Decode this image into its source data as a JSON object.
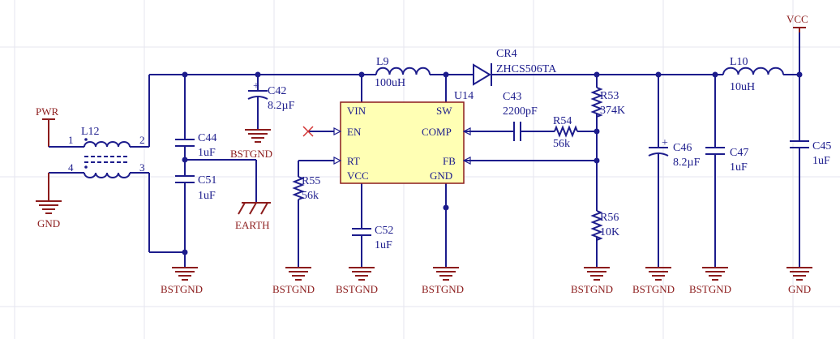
{
  "ic": {
    "ref": "U14",
    "pins": {
      "vin": "VIN",
      "en": "EN",
      "rt": "RT",
      "vcc": "VCC",
      "sw": "SW",
      "comp": "COMP",
      "fb": "FB",
      "gnd": "GND"
    },
    "fill_color": "#ffffb4"
  },
  "components": {
    "l12": {
      "ref": "L12",
      "pin1": "1",
      "pin2": "2",
      "pin3": "3",
      "pin4": "4"
    },
    "c44": {
      "ref": "C44",
      "value": "1uF"
    },
    "c51": {
      "ref": "C51",
      "value": "1uF"
    },
    "c42": {
      "ref": "C42",
      "value": "8.2µF"
    },
    "l9": {
      "ref": "L9",
      "value": "100uH"
    },
    "cr4": {
      "ref": "CR4",
      "value": "ZHCS506TA"
    },
    "c43": {
      "ref": "C43",
      "value": "2200pF"
    },
    "r54": {
      "ref": "R54",
      "value": "56k"
    },
    "r55": {
      "ref": "R55",
      "value": "56k"
    },
    "c52": {
      "ref": "C52",
      "value": "1uF"
    },
    "r53": {
      "ref": "R53",
      "value": "374K"
    },
    "r56": {
      "ref": "R56",
      "value": "10K"
    },
    "c46": {
      "ref": "C46",
      "value": "8.2µF"
    },
    "c47": {
      "ref": "C47",
      "value": "1uF"
    },
    "l10": {
      "ref": "L10",
      "value": "10uH"
    },
    "c45": {
      "ref": "C45",
      "value": "1uF"
    }
  },
  "power": {
    "pwr": "PWR",
    "vcc": "VCC",
    "gnd_left": "GND",
    "gnd_right": "GND",
    "earth": "EARTH",
    "bstgnd_c42": "BSTGND",
    "bstgnd_c51": "BSTGND",
    "bstgnd_r55": "BSTGND",
    "bstgnd_c52": "BSTGND",
    "bstgnd_gnd": "BSTGND",
    "bstgnd_r56": "BSTGND",
    "bstgnd_c46": "BSTGND",
    "bstgnd_c47": "BSTGND"
  },
  "colors": {
    "wire": "#1c1c8c",
    "power": "#8c1c1c",
    "ic_fill": "#ffffb4",
    "no_connect": "#d23232"
  }
}
